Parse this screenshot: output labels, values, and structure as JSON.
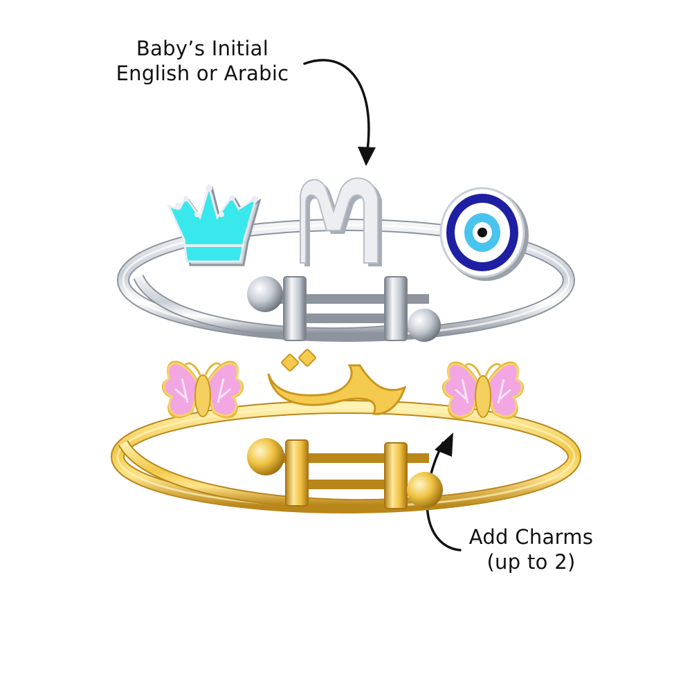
{
  "annotations": {
    "initial": {
      "line1": "Baby’s Initial",
      "line2": "English or Arabic"
    },
    "charms": {
      "line1": "Add Charms",
      "line2": "(up to 2)"
    }
  },
  "silver_bangle": {
    "initial_letter": "M",
    "charms": [
      "crown-icon",
      "evil-eye-icon"
    ]
  },
  "gold_bangle": {
    "initial_letter": "ت",
    "charms": [
      "butterfly-icon",
      "butterfly-icon"
    ]
  },
  "colors": {
    "silver": "#d9dde3",
    "silver_dark": "#9aa1ab",
    "gold": "#f1c94a",
    "gold_dark": "#c9961e",
    "crown_enamel": "#39e8ec",
    "eye_navy": "#1f1fa3",
    "eye_light_blue": "#49c4ee",
    "butterfly_pink": "#f2a6e2"
  }
}
